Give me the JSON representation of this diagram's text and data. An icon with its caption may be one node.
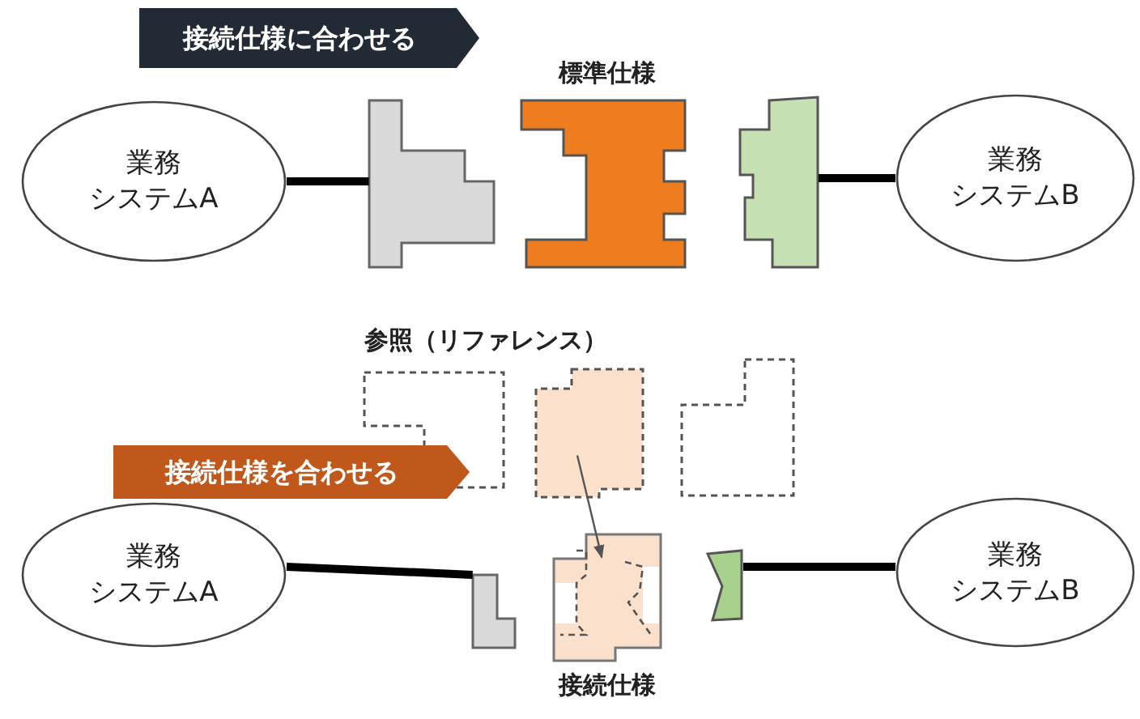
{
  "diagram": {
    "nodes": [
      {
        "text": [
          "接続仕様に合わせる"
        ]
      },
      {
        "text": [
          "業務システムA"
        ]
      },
      {
        "text": [],
        "shape": "box"
      },
      {
        "text": [],
        "shape": "box",
        "beside": [
          "標準仕様"
        ]
      },
      {
        "text": [],
        "shape": "box"
      },
      {
        "text": [
          "業務システムB"
        ]
      },
      {
        "text": [],
        "shape": "box"
      },
      {
        "text": [],
        "shape": "box"
      },
      {
        "text": [],
        "shape": "box"
      },
      {
        "text": [
          "接続仕様を合わせる"
        ]
      },
      {
        "text": [
          "業務システムA"
        ]
      },
      {
        "text": [],
        "shape": "box"
      },
      {
        "text": [],
        "shape": "box",
        "beside": [
          "接続仕様"
        ]
      },
      {
        "text": [],
        "shape": "box"
      },
      {
        "text": [
          "業務システムB"
        ]
      }
    ],
    "edges": [
      {
        "from": 1,
        "to": 2,
        "arrow": "none"
      },
      {
        "from": 4,
        "to": 5,
        "arrow": "none"
      },
      {
        "from": 7,
        "to": 12,
        "arrow": "to",
        "color": "#555555"
      },
      {
        "from": 10,
        "to": 11,
        "arrow": "none"
      },
      {
        "from": 13,
        "to": 14,
        "arrow": "none"
      }
    ],
    "labels": [
      "参照（リファレンス）"
    ]
  }
}
